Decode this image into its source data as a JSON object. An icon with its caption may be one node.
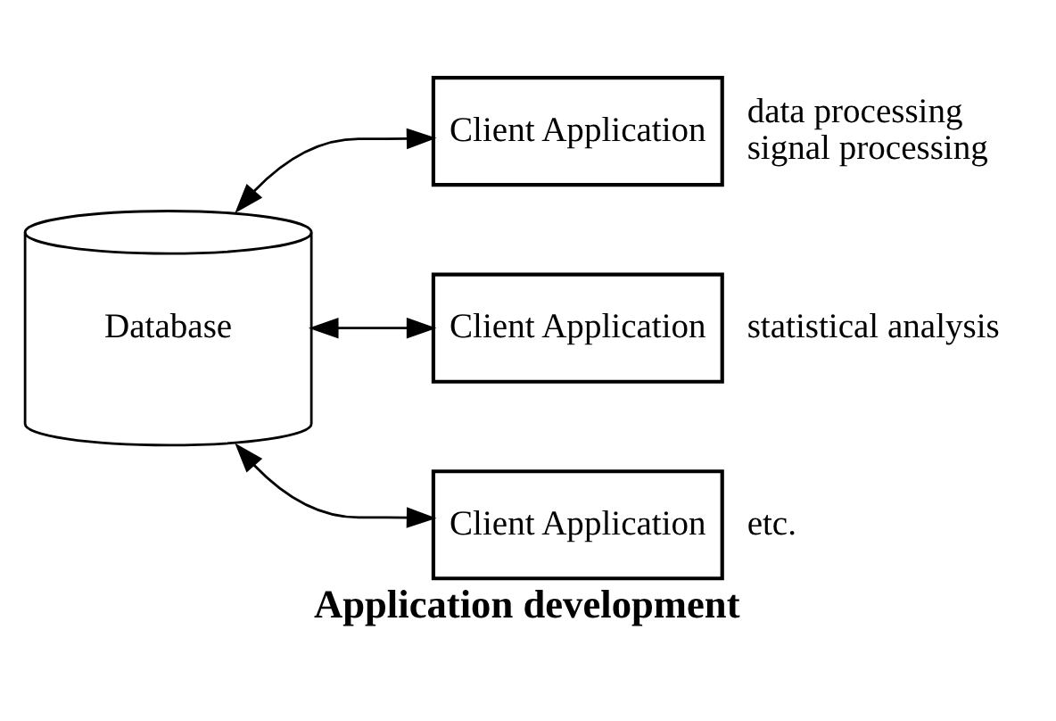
{
  "diagram": {
    "caption": "Application development",
    "nodes": [
      {
        "text": [
          "Database"
        ]
      },
      {
        "text": [
          "Client Application"
        ],
        "beside": [
          "data processing",
          "signal processing"
        ]
      },
      {
        "text": [
          "Client Application"
        ],
        "beside": [
          "statistical analysis"
        ]
      },
      {
        "text": [
          "Client Application"
        ],
        "beside": [
          "etc."
        ]
      }
    ],
    "edges": [
      {
        "from": 0,
        "to": 1,
        "arrow": "both"
      },
      {
        "from": 0,
        "to": 2,
        "arrow": "both"
      },
      {
        "from": 0,
        "to": 3,
        "arrow": "both"
      }
    ]
  }
}
